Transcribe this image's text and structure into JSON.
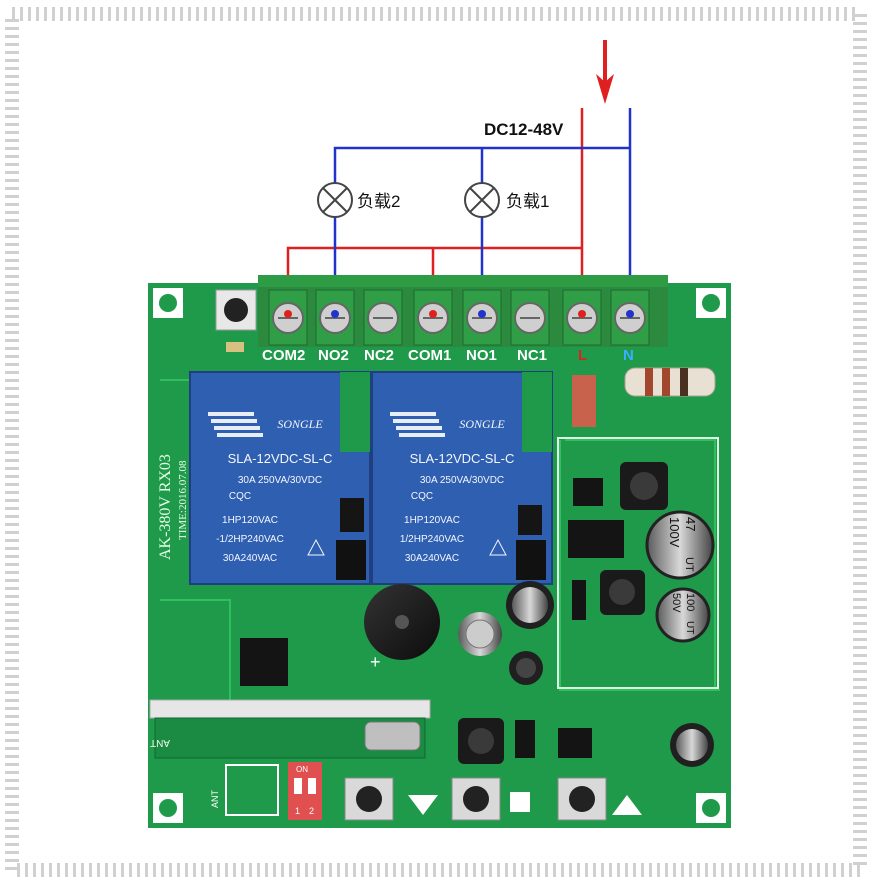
{
  "wiring": {
    "supply_label": "DC12-48V",
    "load1_label": "负载1",
    "load2_label": "负载2",
    "colors": {
      "line": "#e02020",
      "neutral": "#2233cc"
    }
  },
  "board": {
    "model_text": "AK-380V  RX03",
    "time_text": "TIME:2016.07.08",
    "antenna_label": "ANT",
    "antenna_port_label": "ANT",
    "terminals": [
      "COM2",
      "NO2",
      "NC2",
      "COM1",
      "NO1",
      "NC1",
      "L",
      "N"
    ],
    "relays": [
      {
        "brand": "SONGLE",
        "model": "SLA-12VDC-SL-C",
        "rating": "30A 250VA/30VDC",
        "cert": "CQC",
        "spec1": "1HP120VAC",
        "spec2": "-1/2HP240VAC",
        "spec3": "30A240VAC"
      },
      {
        "brand": "SONGLE",
        "model": "SLA-12VDC-SL-C",
        "rating": "30A 250VA/30VDC",
        "cert": "CQC",
        "spec1": "1HP120VAC",
        "spec2": "1/2HP240VAC",
        "spec3": "30A240VAC"
      }
    ],
    "caps": [
      {
        "value": "47",
        "voltage": "100V",
        "suffix": "UT"
      },
      {
        "value": "100",
        "voltage": "50V",
        "suffix": "UT"
      }
    ],
    "dip": {
      "on_label": "ON",
      "pos1": "1",
      "pos2": "2"
    },
    "colors": {
      "pcb": "#1f9a4a",
      "terminal": "#2b8a3e",
      "relay": "#2f5fb0"
    }
  }
}
